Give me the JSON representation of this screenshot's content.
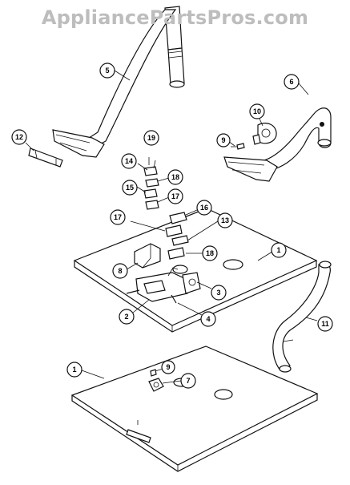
{
  "watermark": "AppliancePartsPros.com",
  "callouts": [
    {
      "num": "1",
      "name": "callout-1-upper"
    },
    {
      "num": "1",
      "name": "callout-1-lower"
    },
    {
      "num": "2",
      "name": "callout-2"
    },
    {
      "num": "3",
      "name": "callout-3"
    },
    {
      "num": "4",
      "name": "callout-4"
    },
    {
      "num": "5",
      "name": "callout-5"
    },
    {
      "num": "6",
      "name": "callout-6"
    },
    {
      "num": "7",
      "name": "callout-7"
    },
    {
      "num": "8",
      "name": "callout-8"
    },
    {
      "num": "9",
      "name": "callout-9-upper"
    },
    {
      "num": "9",
      "name": "callout-9-lower"
    },
    {
      "num": "10",
      "name": "callout-10"
    },
    {
      "num": "11",
      "name": "callout-11"
    },
    {
      "num": "12",
      "name": "callout-12"
    },
    {
      "num": "13",
      "name": "callout-13"
    },
    {
      "num": "14",
      "name": "callout-14"
    },
    {
      "num": "15",
      "name": "callout-15"
    },
    {
      "num": "16",
      "name": "callout-16"
    },
    {
      "num": "17",
      "name": "callout-17-upper"
    },
    {
      "num": "17",
      "name": "callout-17-lower"
    },
    {
      "num": "18",
      "name": "callout-18-upper"
    },
    {
      "num": "18",
      "name": "callout-18-lower"
    },
    {
      "num": "19",
      "name": "callout-19"
    }
  ]
}
